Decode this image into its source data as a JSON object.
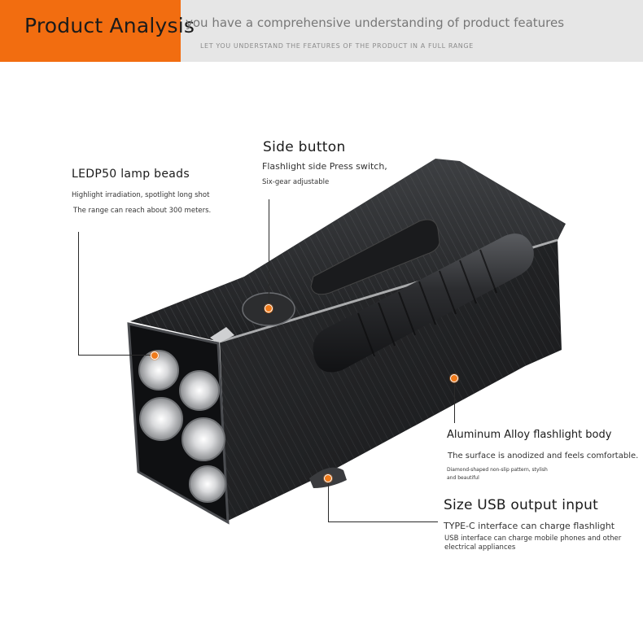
{
  "header": {
    "title": "Product Analysis",
    "subtitle": "you have a comprehensive understanding of product features",
    "caption": "LET YOU UNDERSTAND THE FEATURES OF THE PRODUCT IN A FULL RANGE"
  },
  "callouts": {
    "lamp": {
      "title": "LEDP50 lamp beads",
      "line1": "Highlight irradiation, spotlight long shot",
      "line2": "The range can reach about 300 meters."
    },
    "side_button": {
      "title": "Side button",
      "line1": "Flashlight side Press switch,",
      "line2": "Six-gear adjustable"
    },
    "body": {
      "title": "Aluminum Alloy flashlight body",
      "line1": "The surface is anodized and feels comfortable.",
      "line2": "Diamond-shaped non-slip pattern, stylish",
      "line3": "and beautiful"
    },
    "usb": {
      "title": "Size USB output input",
      "line1": "TYPE-C interface can charge flashlight",
      "line2": "USB interface can charge mobile phones and other",
      "line3": "electrical appliances"
    }
  },
  "colors": {
    "accent": "#f26d10",
    "header_band": "#e6e6e6",
    "body_metal": "#2b2c2e"
  }
}
